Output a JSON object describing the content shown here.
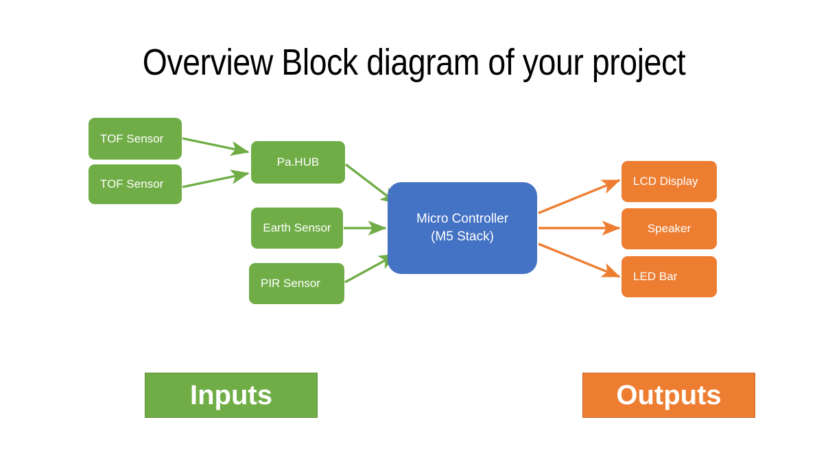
{
  "slide": {
    "title": "Overview Block diagram of your project",
    "background": "#ffffff"
  },
  "colors": {
    "input_green": "#70ad47",
    "output_orange": "#ed7d31",
    "controller_blue": "#4472c4",
    "title_text": "#000000",
    "node_text": "#ffffff"
  },
  "inputs": {
    "banner_label": "Inputs",
    "nodes": [
      {
        "id": "tof1",
        "label": "TOF Sensor"
      },
      {
        "id": "tof2",
        "label": "TOF Sensor"
      },
      {
        "id": "pahub",
        "label": "Pa.HUB"
      },
      {
        "id": "earth",
        "label": "Earth Sensor"
      },
      {
        "id": "pir",
        "label": "PIR Sensor"
      }
    ]
  },
  "controller": {
    "label_line1": "Micro Controller",
    "label_line2": "(M5 Stack)"
  },
  "outputs": {
    "banner_label": "Outputs",
    "nodes": [
      {
        "id": "lcd",
        "label": "LCD Display"
      },
      {
        "id": "speaker",
        "label": "Speaker"
      },
      {
        "id": "ledbar",
        "label": "LED Bar"
      }
    ]
  },
  "connections": [
    {
      "from": "tof1",
      "to": "pahub",
      "color": "#70ad47"
    },
    {
      "from": "tof2",
      "to": "pahub",
      "color": "#70ad47"
    },
    {
      "from": "pahub",
      "to": "controller",
      "color": "#70ad47"
    },
    {
      "from": "earth",
      "to": "controller",
      "color": "#70ad47"
    },
    {
      "from": "pir",
      "to": "controller",
      "color": "#70ad47"
    },
    {
      "from": "controller",
      "to": "lcd",
      "color": "#ed7d31"
    },
    {
      "from": "controller",
      "to": "speaker",
      "color": "#ed7d31"
    },
    {
      "from": "controller",
      "to": "ledbar",
      "color": "#ed7d31"
    }
  ]
}
